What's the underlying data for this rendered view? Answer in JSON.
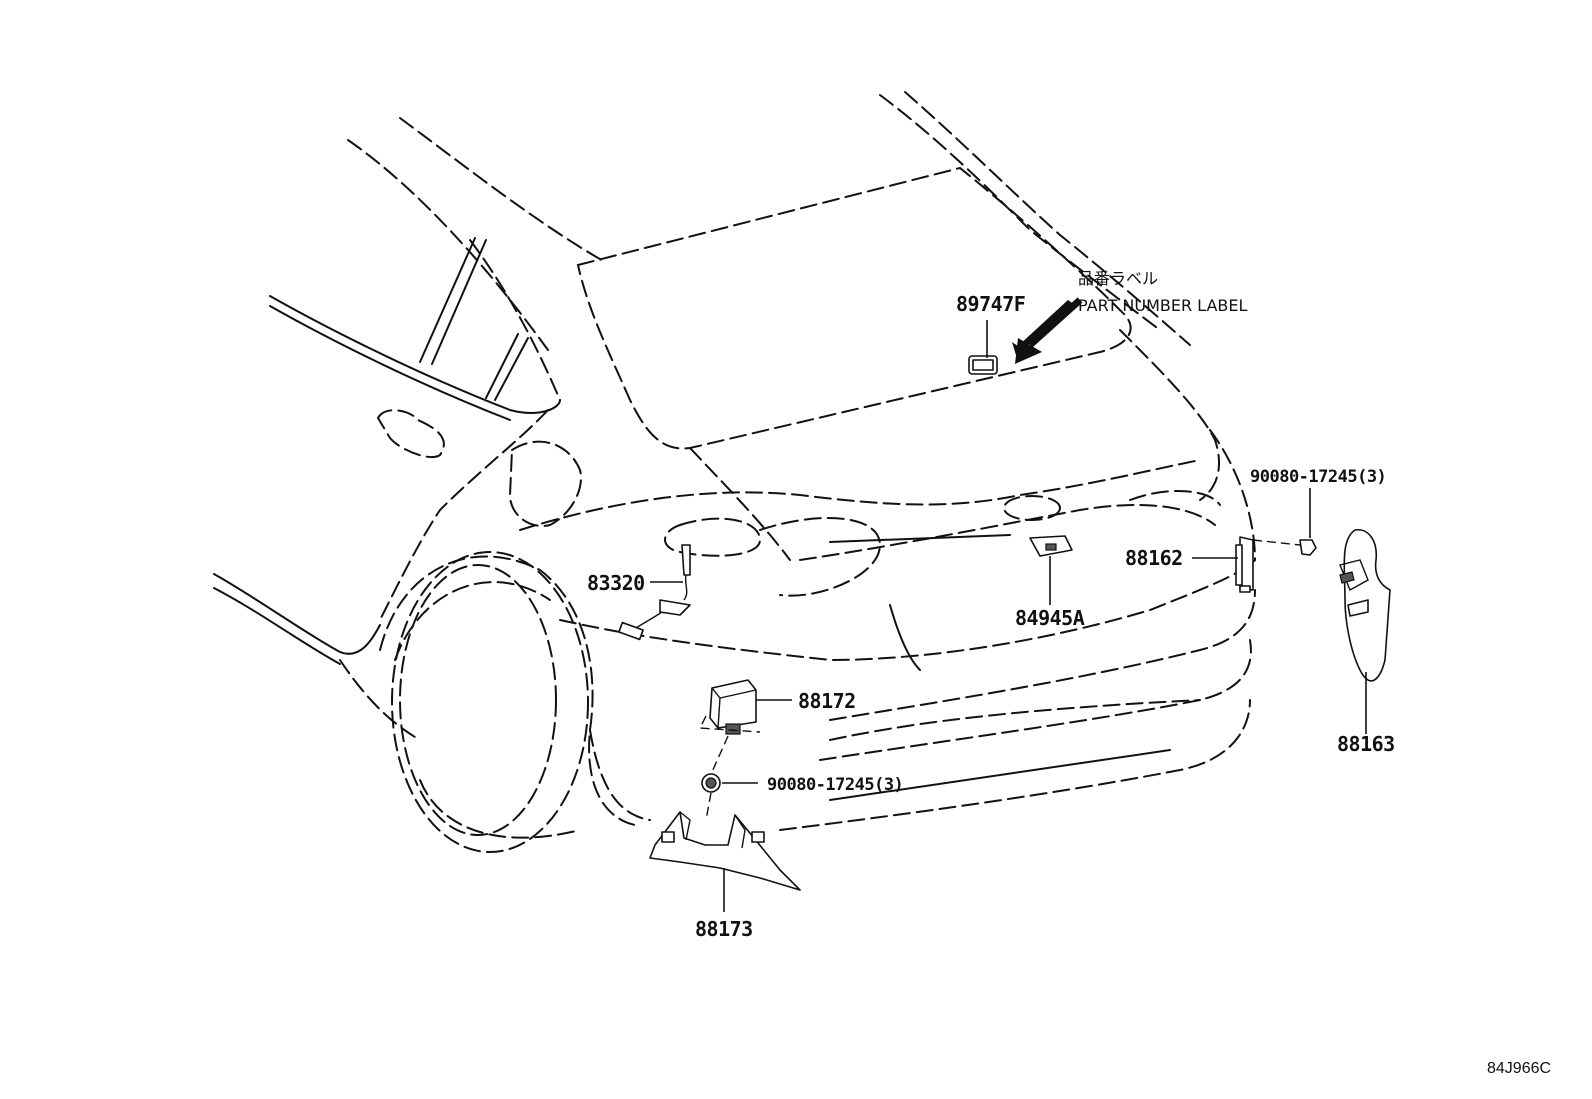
{
  "diagram": {
    "drawing_code": "84J966C",
    "label_note": {
      "japanese": "品番ラベル",
      "english": "PART NUMBER LABEL"
    },
    "parts": {
      "p89747F": "89747F",
      "p83320": "83320",
      "p84945A": "84945A",
      "p88162": "88162",
      "p90080_right": "90080-17245(3)",
      "p88163": "88163",
      "p88172": "88172",
      "p90080_left": "90080-17245(3)",
      "p88173": "88173"
    }
  }
}
